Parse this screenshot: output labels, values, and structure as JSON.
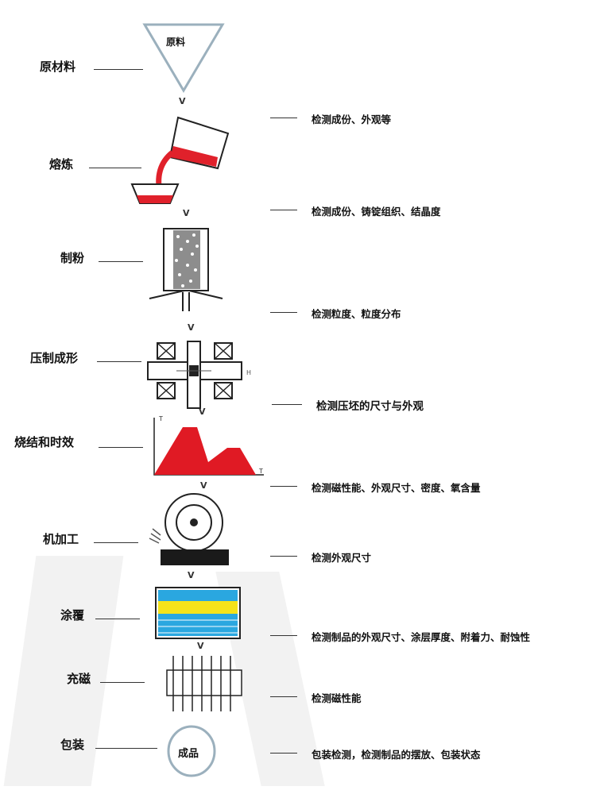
{
  "stages": [
    {
      "label": "原材料"
    },
    {
      "label": "熔炼"
    },
    {
      "label": "制粉"
    },
    {
      "label": "压制成形"
    },
    {
      "label": "烧结和时效"
    },
    {
      "label": "机加工"
    },
    {
      "label": "涂覆"
    },
    {
      "label": "充磁"
    },
    {
      "label": "包装"
    }
  ],
  "checks": [
    {
      "label": "检测成份、外观等"
    },
    {
      "label": "检测成份、铸锭组织、结晶度"
    },
    {
      "label": "检测粒度、粒度分布"
    },
    {
      "label": "检测压坯的尺寸与外观"
    },
    {
      "label": "检测磁性能、外观尺寸、密度、氧含量"
    },
    {
      "label": "检测外观尺寸"
    },
    {
      "label": "检测制品的外观尺寸、涂层厚度、附着力、耐蚀性"
    },
    {
      "label": "检测磁性能"
    },
    {
      "label": "包装检测，检测制品的摆放、包装状态"
    }
  ],
  "icons": {
    "hopper_text": "原料",
    "product_text": "成品",
    "arrow_glyph": "V",
    "chart_axis_top": "T",
    "chart_axis_right": "T",
    "press_field": "H"
  },
  "colors": {
    "molten": "#e0212b",
    "sinter": "#e01a24",
    "coat_blue": "#2aa7e0",
    "coat_yellow": "#f5e31a",
    "hopper": "#9bb0bd",
    "outline": "#222222"
  }
}
